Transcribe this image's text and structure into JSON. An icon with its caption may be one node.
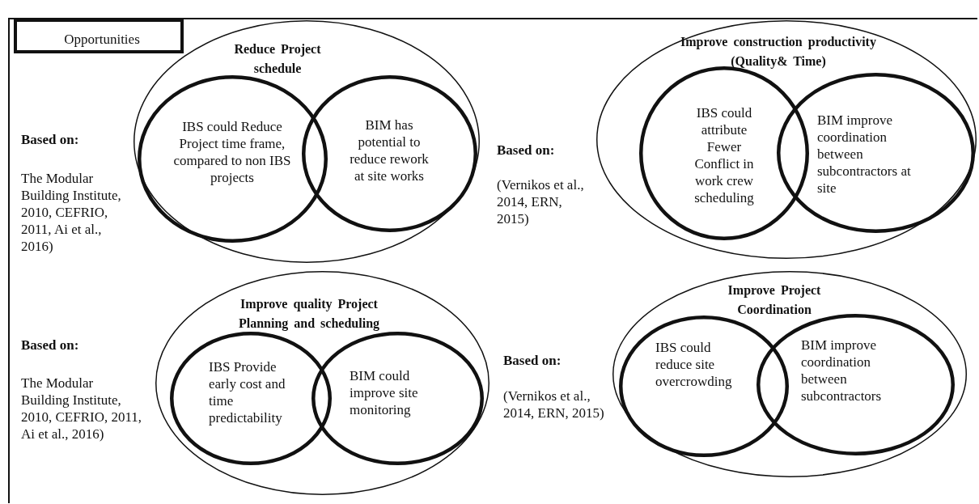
{
  "diagram": {
    "nodes": [
      {
        "text": [
          "Opportunities"
        ]
      },
      {
        "text": [
          "Reduce Project schedule"
        ]
      },
      {
        "text": [
          "IBS could Reduce Project time frame, compared to non IBS projects"
        ],
        "in": 1
      },
      {
        "text": [
          "BIM has potential to reduce rework at site works"
        ],
        "in": 1
      },
      {
        "text": [
          "Improve construction productivity (Quality& Time)"
        ]
      },
      {
        "text": [
          "IBS could attribute Fewer Conflict in work crew scheduling"
        ],
        "in": 4
      },
      {
        "text": [
          "BIM improve coordination between subcontractors at site"
        ],
        "in": 4
      },
      {
        "text": [
          "Improve quality Project Planning and scheduling"
        ]
      },
      {
        "text": [
          "IBS Provide early cost and time predictability"
        ],
        "in": 7
      },
      {
        "text": [
          "BIM could improve site monitoring"
        ],
        "in": 7
      },
      {
        "text": [
          "Improve Project Coordination"
        ]
      },
      {
        "text": [
          "IBS could reduce site overcrowding"
        ],
        "in": 10
      },
      {
        "text": [
          "BIM improve coordination between subcontractors"
        ],
        "in": 10
      }
    ],
    "edges": [],
    "labels": [
      "Based on:",
      "The Modular Building Institute, 2010, CEFRIO, 2011, Ai et al., 2016)",
      "Based on:",
      "(Vernikos et al., 2014, ERN, 2015)",
      "Based on:",
      "The Modular Building Institute, 2010, CEFRIO, 2011, Ai et al., 2016)",
      "Based on:",
      "(Vernikos et al., 2014, ERN, 2015)"
    ]
  }
}
